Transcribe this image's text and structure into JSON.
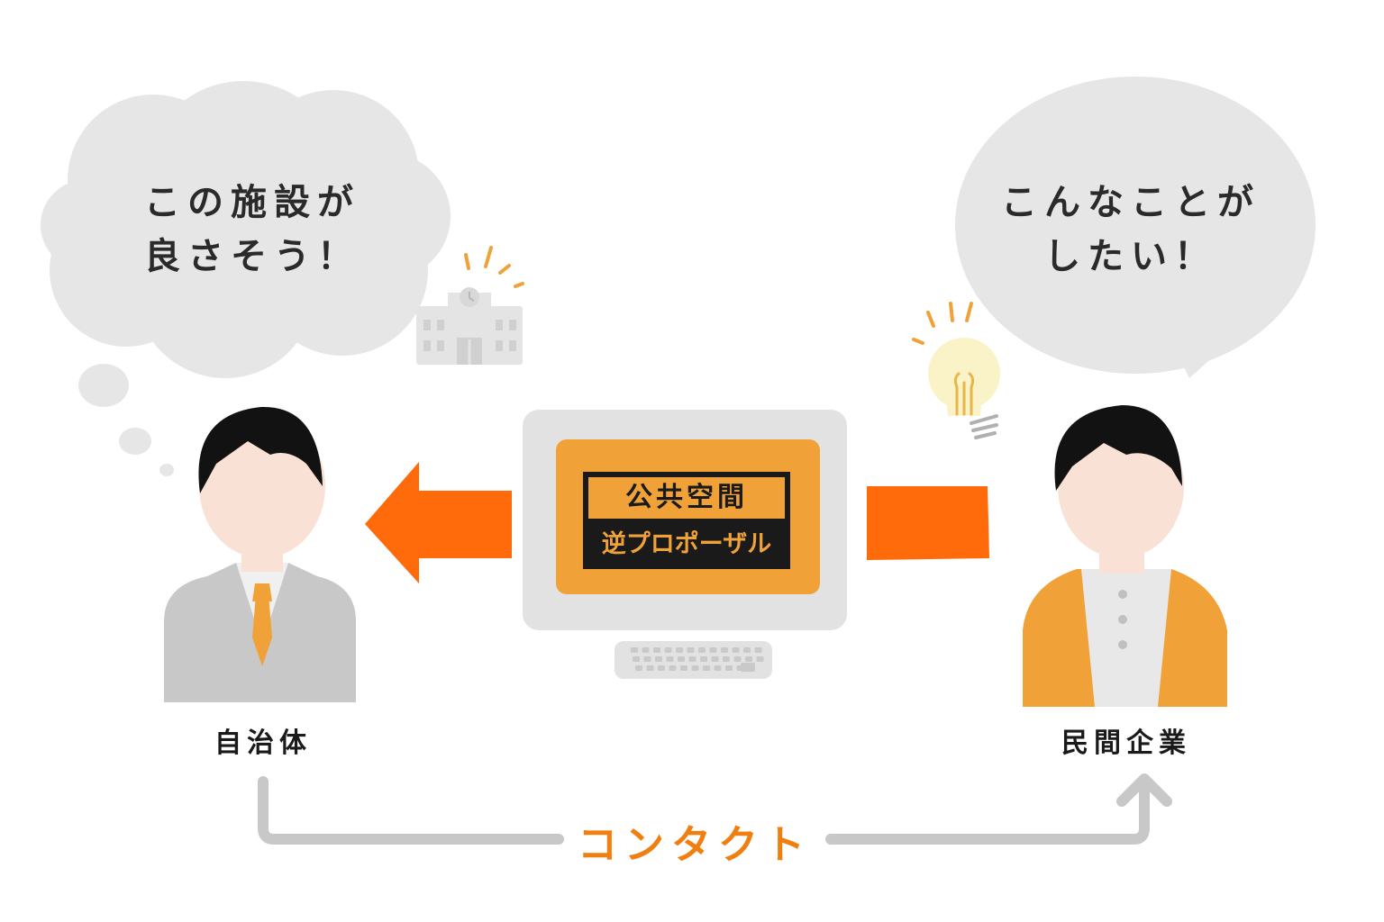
{
  "left_bubble": {
    "line1": "この施設が",
    "line2": "良さそう！"
  },
  "right_bubble": {
    "line1": "こんなことが",
    "line2": "したい！"
  },
  "screen": {
    "line1": "公共空間",
    "line2": "逆プロポーザル"
  },
  "left_role": "自治体",
  "right_role": "民間企業",
  "contact": "コンタクト",
  "colors": {
    "accent_orange": "#ff6a0a",
    "panel_orange": "#f0a238",
    "bubble_gray": "#e6e6e6",
    "suit_gray": "#c8c8c8",
    "contact_orange": "#f07f10"
  },
  "icons": [
    "building-icon",
    "lightbulb-icon",
    "keyboard-icon",
    "monitor-icon"
  ]
}
